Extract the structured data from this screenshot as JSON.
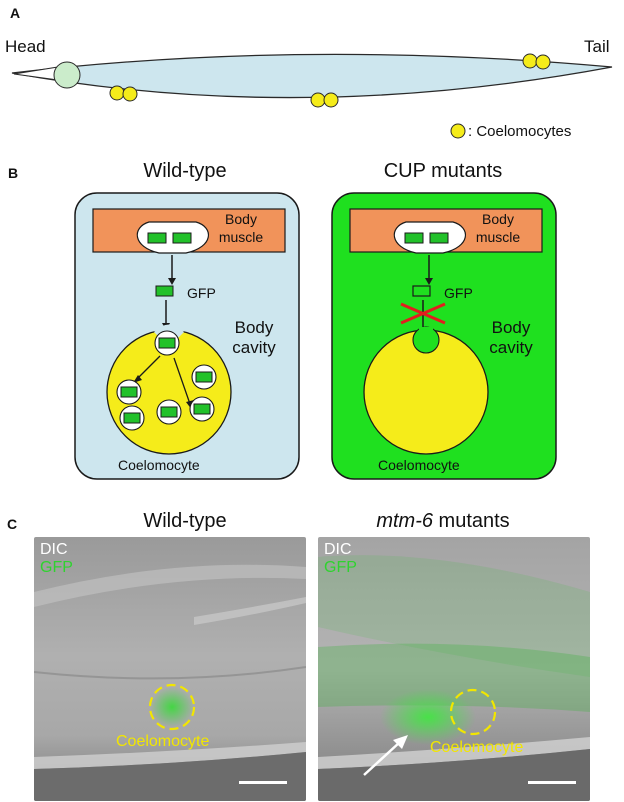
{
  "panel_a": {
    "letter": "A",
    "head_label": "Head",
    "tail_label": "Tail",
    "legend_text": ": Coelomocytes"
  },
  "panel_b": {
    "letter": "B",
    "wildtype": {
      "title": "Wild-type",
      "muscle_label_1": "Body",
      "muscle_label_2": "muscle",
      "gfp_label": "GFP",
      "cavity_label_1": "Body",
      "cavity_label_2": "cavity",
      "cell_label": "Coelomocyte"
    },
    "cup": {
      "title": "CUP mutants",
      "muscle_label_1": "Body",
      "muscle_label_2": "muscle",
      "gfp_label": "GFP",
      "cavity_label_1": "Body",
      "cavity_label_2": "cavity",
      "cell_label": "Coelomocyte"
    }
  },
  "panel_c": {
    "letter": "C",
    "wildtype_title": "Wild-type",
    "mutant_title_italic": "mtm-6",
    "mutant_title_rest": " mutants",
    "left": {
      "dic": "DIC",
      "gfp": "GFP",
      "cell_label": "Coelomocyte"
    },
    "right": {
      "dic": "DIC",
      "gfp": "GFP",
      "cell_label": "Coelomocyte"
    }
  },
  "colors": {
    "body_blue": "#cde6ee",
    "coelomocyte_yellow": "#f5ec1a",
    "muscle_orange": "#f1935a",
    "gfp_green": "#22c12a",
    "cup_green": "#1fe01f",
    "label_yellow": "#f2e600",
    "block_red": "#e21e1e"
  }
}
